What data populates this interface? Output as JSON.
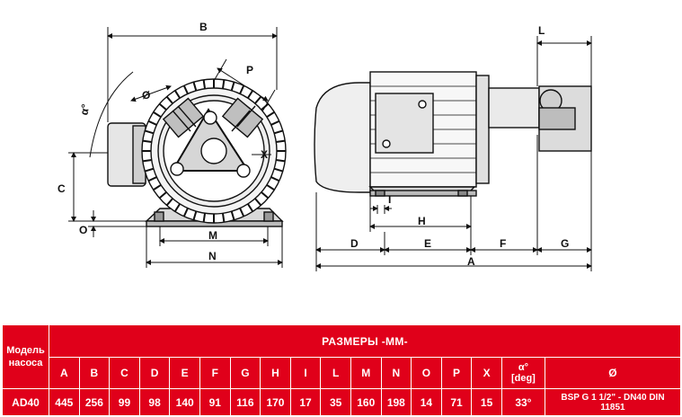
{
  "drawing": {
    "labels": {
      "B": "B",
      "P": "P",
      "alpha": "α°",
      "diam": "Ø",
      "X": "X",
      "C": "C",
      "O": "O",
      "M": "M",
      "N": "N",
      "L": "L",
      "I": "I",
      "H": "H",
      "D": "D",
      "E": "E",
      "F": "F",
      "G": "G",
      "A": "A"
    }
  },
  "table": {
    "model_header": [
      "Модель",
      "насоса"
    ],
    "title": "РАЗМЕРЫ -ММ-",
    "columns": [
      "A",
      "B",
      "C",
      "D",
      "E",
      "F",
      "G",
      "H",
      "I",
      "L",
      "M",
      "N",
      "O",
      "P",
      "X"
    ],
    "alpha_header": [
      "α°",
      "[deg]"
    ],
    "diam_header": "Ø",
    "row": {
      "model": "AD40",
      "values": [
        "445",
        "256",
        "99",
        "98",
        "140",
        "91",
        "116",
        "170",
        "17",
        "35",
        "160",
        "198",
        "14",
        "71",
        "15"
      ],
      "alpha": "33°",
      "diam": [
        "BSP G 1 1/2\" - DN40 DIN",
        "11851"
      ]
    },
    "colors": {
      "header_red": "#e0001a",
      "text": "#ffffff"
    }
  }
}
